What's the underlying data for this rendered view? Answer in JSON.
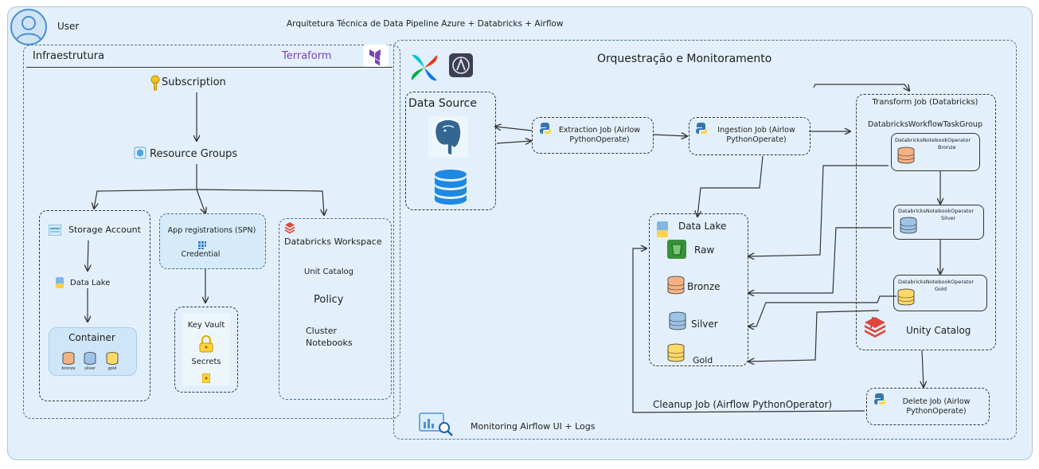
{
  "header": {
    "user_label": "User",
    "title": "Arquitetura Técnica de Data Pipeline Azure + Databricks + Airflow"
  },
  "infra": {
    "title": "Infraestrutura",
    "terraform": "Terraform",
    "subscription": "Subscription",
    "resource_groups": "Resource Groups",
    "storage_account": "Storage Account",
    "data_lake": "Data Lake",
    "container": "Container",
    "container_items": [
      "bronze",
      "silver",
      "gold"
    ],
    "app_registrations": "App registrations (SPN)",
    "credential": "Credential",
    "key_vault": "Key Vault",
    "secrets": "Secrets",
    "databricks_workspace": "Databricks Workspace",
    "unit_catalog": "Unit Catalog",
    "policy": "Policy",
    "cluster": "Cluster",
    "notebooks": "Notebooks"
  },
  "orch": {
    "title": "Orquestração e Monitoramento",
    "data_source": "Data Source",
    "extraction_job": [
      "Extraction Job (Airlow",
      "PythonOperate)"
    ],
    "ingestion_job": [
      "Ingestion Job (Airlow",
      "PythonOperate)"
    ],
    "transform_job": "Transform Job (Databricks)",
    "task_group": "DatabricksWorkflowTaskGroup",
    "op_bronze": [
      "DatabricksNotebookOperator",
      "Bronze"
    ],
    "op_silver": [
      "DatabricksNotebookOperator",
      "Silver"
    ],
    "op_gold": [
      "DatabricksNotebookOperator",
      "Gold"
    ],
    "unity_catalog": "Unity Catalog",
    "data_lake": "Data Lake",
    "raw": "Raw",
    "bronze": "Bronze",
    "silver": "Silver",
    "gold": "Gold",
    "cleanup_job": "Cleanup Job (Airflow PythonOperator)",
    "delete_job": [
      "Delete  Job (Airlow",
      "PythonOperate)"
    ],
    "monitoring": "Monitoring Airflow UI + Logs"
  },
  "colors": {
    "background": "#e3f0fb",
    "stroke": "#333333",
    "terraform_purple": "#7b42bc",
    "bronze": "#f4b183",
    "silver": "#9dc3e6",
    "gold": "#ffd966",
    "databricks_red": "#e0473b",
    "python_blue": "#3776ab",
    "python_yellow": "#ffd43b"
  }
}
